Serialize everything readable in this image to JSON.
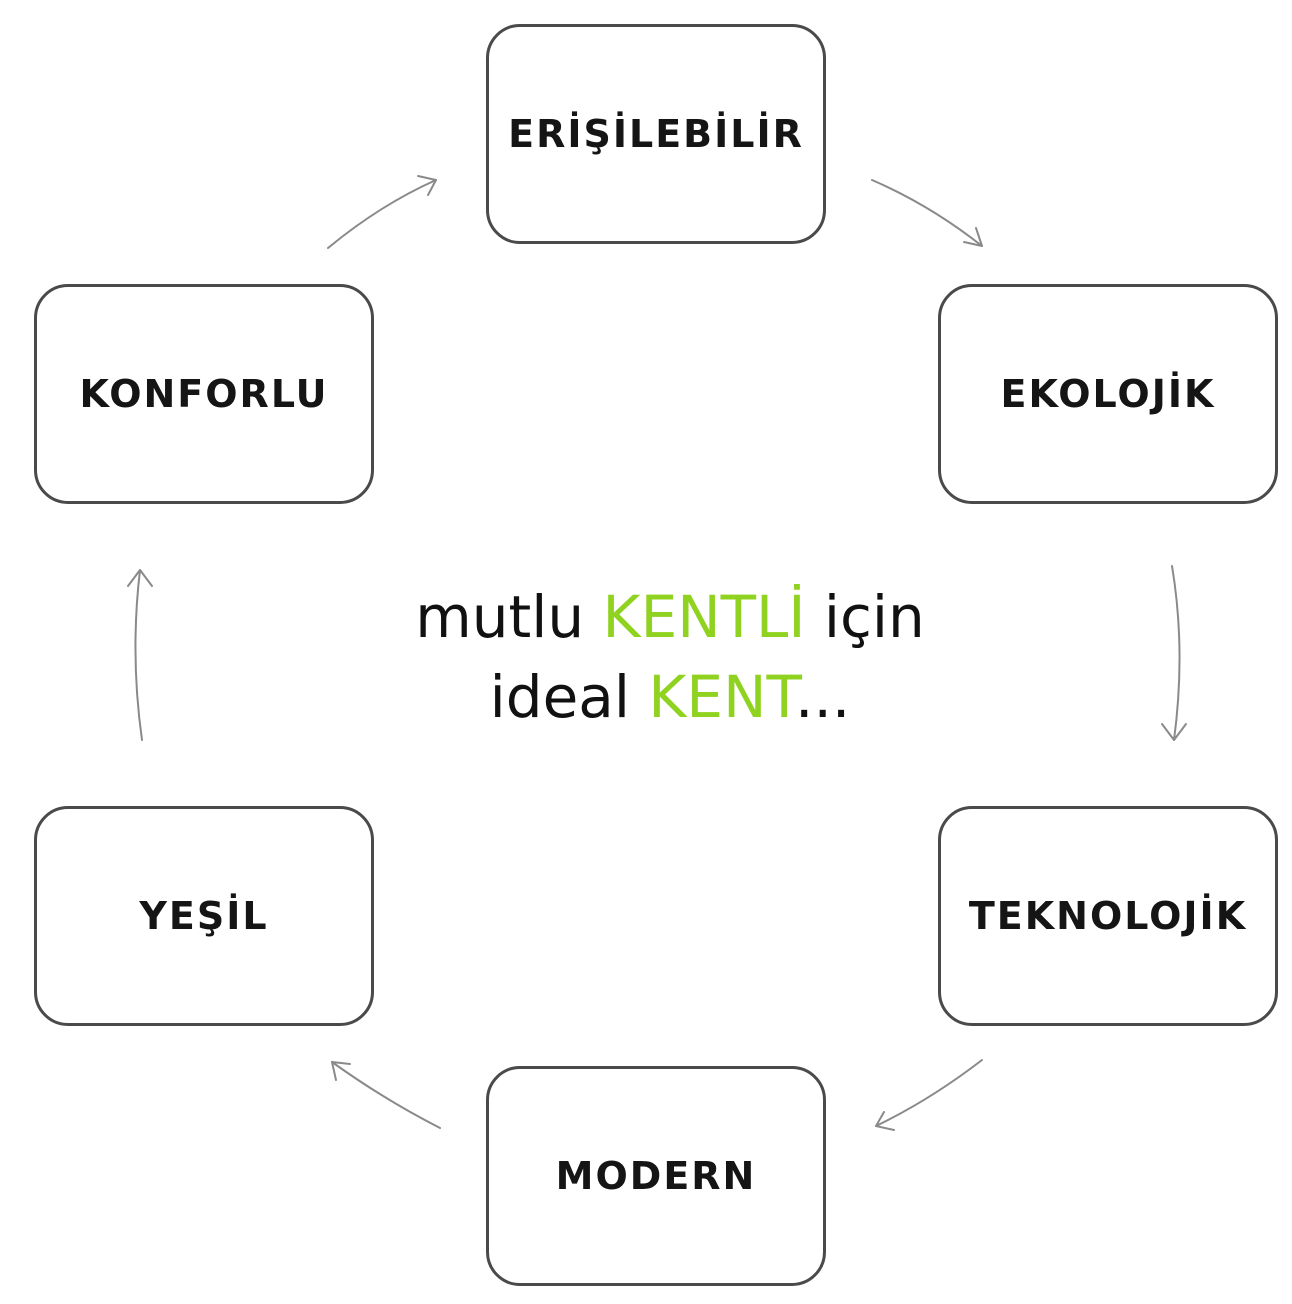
{
  "diagram": {
    "nodes": {
      "top": "ERİŞİLEBİLİR",
      "right": "EKOLOJİK",
      "right_bottom": "TEKNOLOJİK",
      "bottom": "MODERN",
      "left_bottom": "YEŞİL",
      "left": "KONFORLU"
    },
    "center": {
      "line1_a": "mutlu ",
      "line1_b": "KENTLİ",
      "line1_c": " için",
      "line2_a": "ideal ",
      "line2_b": "KENT",
      "line2_c": "..."
    },
    "colors": {
      "accent": "#8fd21f",
      "border": "#4a4a4a",
      "arrow": "#8a8a8a"
    }
  }
}
